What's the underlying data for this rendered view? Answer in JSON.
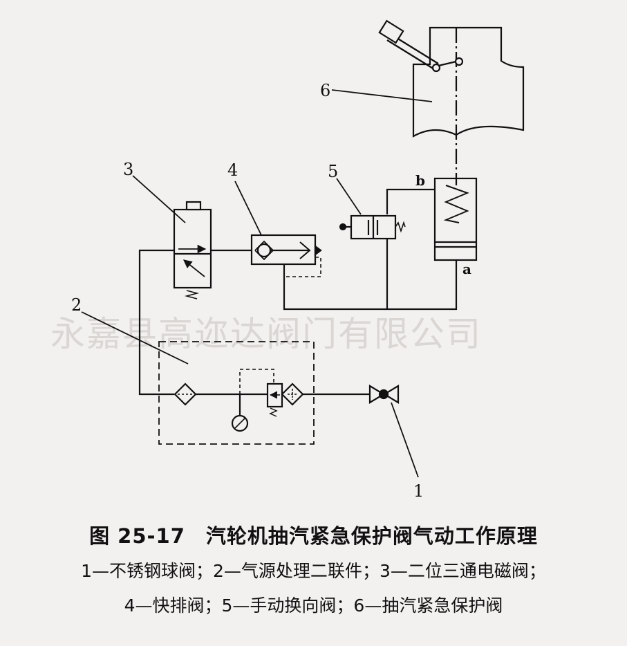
{
  "watermark": "永嘉县高迩达阀门有限公司",
  "labels": {
    "n1": "1",
    "n2": "2",
    "n3": "3",
    "n4": "4",
    "n5": "5",
    "n6": "6",
    "a": "a",
    "b": "b"
  },
  "caption": {
    "title": "图 25-17　汽轮机抽汽紧急保护阀气动工作原理",
    "legend_line1": "1—不锈钢球阀；2—气源处理二联件；3—二位三通电磁阀；",
    "legend_line2": "4—快排阀；5—手动换向阀；6—抽汽紧急保护阀"
  }
}
